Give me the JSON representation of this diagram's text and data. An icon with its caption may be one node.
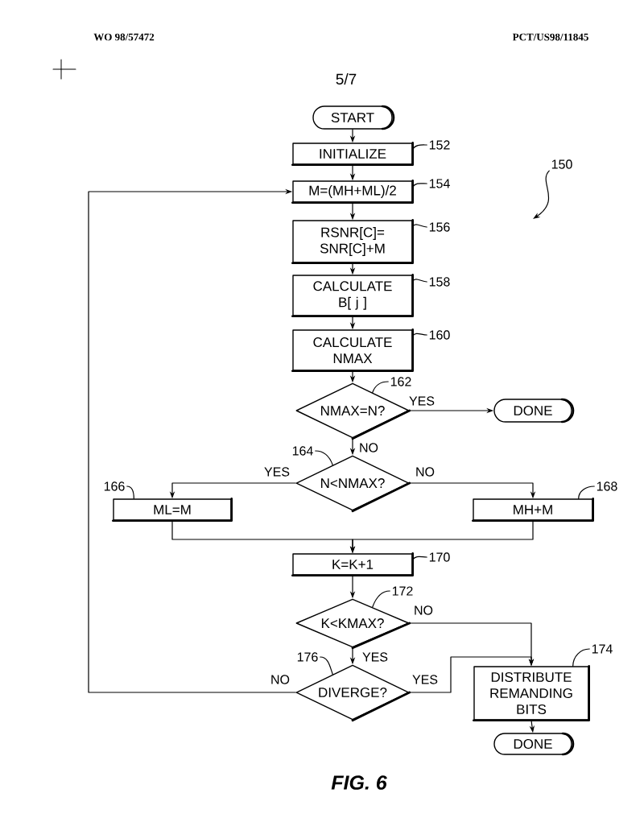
{
  "diagram": {
    "caption": "FIG. 6",
    "nodes": [
      {
        "text": [
          "START"
        ]
      },
      {
        "text": [
          "INITIALIZE"
        ]
      },
      {
        "text": [
          "152"
        ]
      },
      {
        "text": [
          "M=(MH+ML)/2"
        ]
      },
      {
        "text": [
          "154"
        ]
      },
      {
        "text": [
          "150"
        ]
      },
      {
        "text": [
          "RSNR[C]= SNR[C]+M"
        ]
      },
      {
        "text": [
          "156"
        ]
      },
      {
        "text": [
          "CALCULATE B[ j ]"
        ]
      },
      {
        "text": [
          "158"
        ]
      },
      {
        "text": [
          "CALCULATE NMAX"
        ]
      },
      {
        "text": [
          "160"
        ]
      },
      {
        "text": [
          "162"
        ]
      },
      {
        "text": [
          "NMAX=N?"
        ]
      },
      {
        "text": [
          "DONE"
        ]
      },
      {
        "text": [
          "164"
        ]
      },
      {
        "text": [
          "N<NMAX?"
        ]
      },
      {
        "text": [
          "166"
        ]
      },
      {
        "text": [
          "ML=M"
        ]
      },
      {
        "text": [
          "MH+M"
        ]
      },
      {
        "text": [
          "168"
        ]
      },
      {
        "text": [
          "K=K+1"
        ]
      },
      {
        "text": [
          "170"
        ]
      },
      {
        "text": [
          "172"
        ]
      },
      {
        "text": [
          "K<KMAX?"
        ]
      },
      {
        "text": [
          "176"
        ]
      },
      {
        "text": [
          "174"
        ]
      },
      {
        "text": [
          "DIVERGE?"
        ]
      },
      {
        "text": [
          "DISTRIBUTE REMANDING BITS"
        ]
      },
      {
        "text": [
          "DONE"
        ]
      }
    ],
    "edges": [
      {
        "from": 0,
        "to": 1,
        "arrow": "to"
      },
      {
        "from": 1,
        "to": 3,
        "arrow": "to"
      },
      {
        "from": 3,
        "to": 6,
        "arrow": "to"
      },
      {
        "from": 6,
        "to": 8,
        "arrow": "to"
      },
      {
        "from": 8,
        "to": 10,
        "arrow": "to"
      },
      {
        "from": 10,
        "to": 13,
        "arrow": "to"
      },
      {
        "from": 13,
        "to": 14,
        "arrow": "to",
        "label": "YES"
      },
      {
        "from": 13,
        "to": 16,
        "arrow": "to",
        "label": "NO"
      },
      {
        "from": 16,
        "to": 18,
        "arrow": "to",
        "label": "YES"
      },
      {
        "from": 16,
        "to": 19,
        "arrow": "to",
        "label": "NO"
      },
      {
        "from": 18,
        "to": 21,
        "arrow": "to"
      },
      {
        "from": 19,
        "to": 21,
        "arrow": "to"
      },
      {
        "from": 21,
        "to": 24,
        "arrow": "to"
      },
      {
        "from": 24,
        "to": 28,
        "arrow": "to",
        "label": "NO"
      },
      {
        "from": 24,
        "to": 27,
        "arrow": "to",
        "label": "YES"
      },
      {
        "from": 27,
        "to": 3,
        "arrow": "to",
        "label": "NO"
      },
      {
        "from": 27,
        "to": 28,
        "arrow": "to",
        "label": "YES"
      },
      {
        "from": 28,
        "to": 29,
        "arrow": "to"
      },
      {
        "from": 2,
        "to": 1,
        "arrow": "none"
      },
      {
        "from": 4,
        "to": 3,
        "arrow": "none"
      },
      {
        "from": 5,
        "to": null,
        "arrow": "to"
      },
      {
        "from": 7,
        "to": 6,
        "arrow": "none"
      },
      {
        "from": 9,
        "to": 8,
        "arrow": "none"
      },
      {
        "from": 11,
        "to": 10,
        "arrow": "none"
      },
      {
        "from": 12,
        "to": 13,
        "arrow": "none"
      },
      {
        "from": 15,
        "to": 16,
        "arrow": "none"
      },
      {
        "from": 17,
        "to": 18,
        "arrow": "none"
      },
      {
        "from": 20,
        "to": 19,
        "arrow": "none"
      },
      {
        "from": 22,
        "to": 21,
        "arrow": "none"
      },
      {
        "from": 23,
        "to": 24,
        "arrow": "none"
      },
      {
        "from": 25,
        "to": 27,
        "arrow": "none"
      },
      {
        "from": 26,
        "to": 28,
        "arrow": "none"
      }
    ],
    "labels": [
      "WO 98/57472",
      "PCT/US98/11845",
      "5/7"
    ]
  }
}
